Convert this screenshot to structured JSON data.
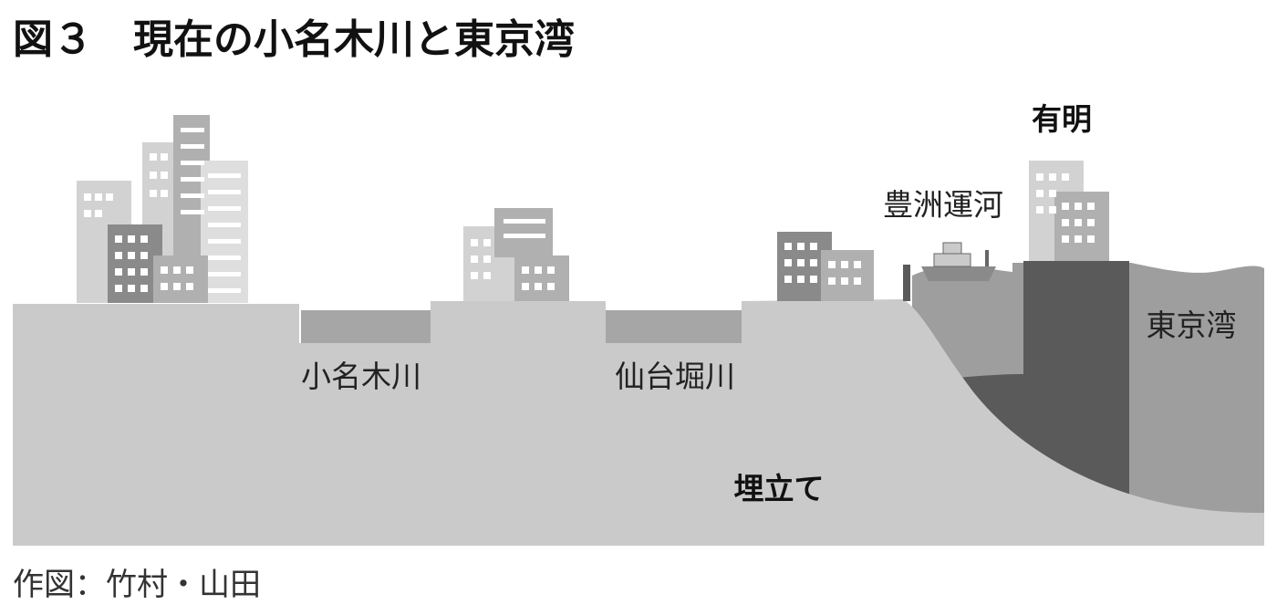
{
  "title": "図３　現在の小名木川と東京湾",
  "labels": {
    "onagi_river": "小名木川",
    "sendaibori_river": "仙台堀川",
    "landfill": "埋立て",
    "toyosu_canal": "豊洲運河",
    "ariake": "有明",
    "tokyo_bay": "東京湾"
  },
  "credit": "作図：竹村・山田",
  "colors": {
    "ground": "#cacaca",
    "river": "#a6a6a6",
    "water": "#9e9e9e",
    "seabed": "#5a5a5a",
    "building_light": "#d2d2d2",
    "building_dark": "#8a8a8a",
    "building_mid": "#b0b0b0",
    "window": "#ffffff"
  }
}
